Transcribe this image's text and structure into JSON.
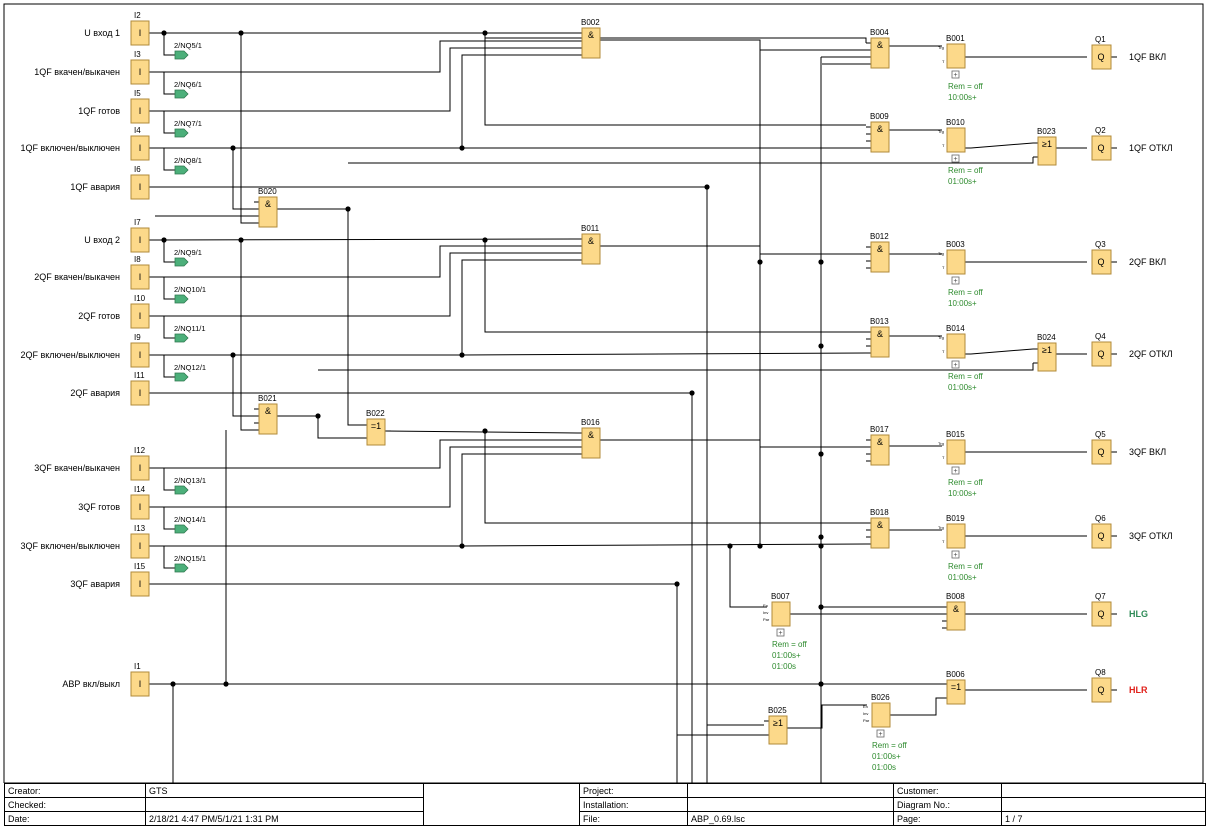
{
  "inputs": [
    {
      "id": "I2",
      "label": "U вход 1"
    },
    {
      "id": "I3",
      "label": "1QF вкачен/выкачен"
    },
    {
      "id": "I5",
      "label": "1QF готов"
    },
    {
      "id": "I4",
      "label": "1QF включен/выключен"
    },
    {
      "id": "I6",
      "label": "1QF авария"
    },
    {
      "id": "I7",
      "label": "U вход 2"
    },
    {
      "id": "I8",
      "label": "2QF вкачен/выкачен"
    },
    {
      "id": "I10",
      "label": "2QF готов"
    },
    {
      "id": "I9",
      "label": "2QF включен/выключен"
    },
    {
      "id": "I11",
      "label": "2QF авария"
    },
    {
      "id": "I12",
      "label": "3QF вкачен/выкачен"
    },
    {
      "id": "I14",
      "label": "3QF готов"
    },
    {
      "id": "I13",
      "label": "3QF включен/выключен"
    },
    {
      "id": "I15",
      "label": "3QF авария"
    },
    {
      "id": "I1",
      "label": "АВР вкл/выкл"
    }
  ],
  "input_symbol": "I",
  "network_flags": [
    "2/NQ5/1",
    "2/NQ6/1",
    "2/NQ7/1",
    "2/NQ8/1",
    "2/NQ9/1",
    "2/NQ10/1",
    "2/NQ11/1",
    "2/NQ12/1",
    "2/NQ13/1",
    "2/NQ14/1",
    "2/NQ15/1"
  ],
  "outputs": [
    {
      "id": "Q1",
      "label": "1QF ВКЛ"
    },
    {
      "id": "Q2",
      "label": "1QF ОТКЛ"
    },
    {
      "id": "Q3",
      "label": "2QF ВКЛ"
    },
    {
      "id": "Q4",
      "label": "2QF ОТКЛ"
    },
    {
      "id": "Q5",
      "label": "3QF ВКЛ"
    },
    {
      "id": "Q6",
      "label": "3QF ОТКЛ"
    },
    {
      "id": "Q7",
      "label": "HLG"
    },
    {
      "id": "Q8",
      "label": "HLR"
    }
  ],
  "output_symbol": "Q",
  "gates": [
    {
      "id": "B002",
      "fn": "&"
    },
    {
      "id": "B004",
      "fn": "&"
    },
    {
      "id": "B009",
      "fn": "&"
    },
    {
      "id": "B011",
      "fn": "&"
    },
    {
      "id": "B012",
      "fn": "&"
    },
    {
      "id": "B013",
      "fn": "&"
    },
    {
      "id": "B016",
      "fn": "&"
    },
    {
      "id": "B017",
      "fn": "&"
    },
    {
      "id": "B018",
      "fn": "&"
    },
    {
      "id": "B020",
      "fn": "&"
    },
    {
      "id": "B021",
      "fn": "&"
    },
    {
      "id": "B022",
      "fn": "=1"
    },
    {
      "id": "B023",
      "fn": "≥1"
    },
    {
      "id": "B024",
      "fn": "≥1"
    },
    {
      "id": "B008",
      "fn": "&"
    },
    {
      "id": "B006",
      "fn": "=1"
    },
    {
      "id": "B025",
      "fn": "≥1"
    }
  ],
  "timers": [
    {
      "id": "B001",
      "params": [
        "Rem = off",
        "10:00s+"
      ]
    },
    {
      "id": "B010",
      "params": [
        "Rem = off",
        "01:00s+"
      ]
    },
    {
      "id": "B003",
      "params": [
        "Rem = off",
        "10:00s+"
      ]
    },
    {
      "id": "B014",
      "params": [
        "Rem = off",
        "01:00s+"
      ]
    },
    {
      "id": "B015",
      "params": [
        "Rem = off",
        "10:00s+"
      ]
    },
    {
      "id": "B019",
      "params": [
        "Rem = off",
        "01:00s+"
      ]
    }
  ],
  "pulse_generators": [
    {
      "id": "B007",
      "params": [
        "Rem = off",
        "01:00s+",
        "01:00s"
      ]
    },
    {
      "id": "B026",
      "params": [
        "Rem = off",
        "01:00s+",
        "01:00s"
      ]
    }
  ],
  "pin_labels": {
    "trg": "Trg",
    "t": "T",
    "en": "En",
    "inv": "Inv",
    "par": "Par",
    "plus": "+"
  },
  "colors": {
    "block_fill": "#fcd98a",
    "block_stroke": "#b08a3a",
    "flag_fill": "#4caf7a",
    "param_text": "#2e8b2e",
    "hlg_text": "#2e8b57",
    "hlr_text": "#e0201a",
    "wire": "#000000"
  },
  "title_block": {
    "creator_label": "Creator:",
    "creator": "GTS",
    "checked_label": "Checked:",
    "checked": "",
    "date_label": "Date:",
    "date": "2/18/21 4:47 PM/5/1/21 1:31 PM",
    "project_label": "Project:",
    "project": "",
    "installation_label": "Installation:",
    "installation": "",
    "file_label": "File:",
    "file": "ABP_0.69.lsc",
    "customer_label": "Customer:",
    "customer": "",
    "diagram_no_label": "Diagram No.:",
    "diagram_no": "",
    "page_label": "Page:",
    "page": "1 / 7"
  }
}
